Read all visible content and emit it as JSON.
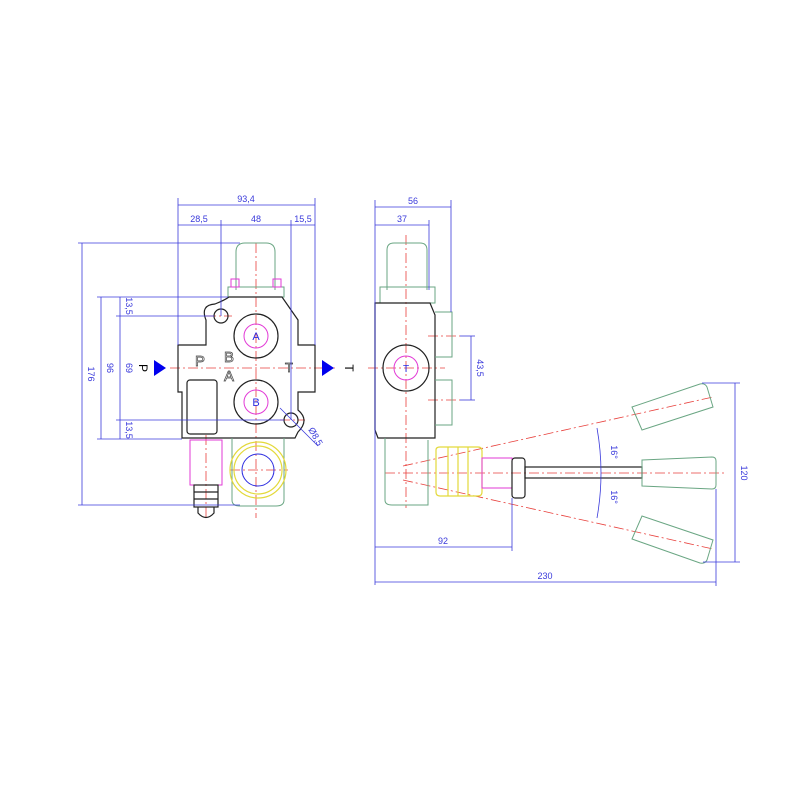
{
  "colors": {
    "dimension": "#3a3adb",
    "centerline": "#e8403c",
    "outline": "#222222",
    "spool": "#6aa683",
    "stem": "#e23ad6",
    "boot": "#e3d93b",
    "arrow": "#0000ee"
  },
  "front_view": {
    "dims": {
      "overall_width": "93,4",
      "left_offset": "28,5",
      "port_spacing": "48",
      "right_offset": "15,5",
      "overall_height": "176",
      "body_height": "96",
      "hole_spacing": "69",
      "top_margin": "13,5",
      "bottom_margin": "13,5",
      "hole_diameter": "Ø8,5"
    },
    "port_labels": {
      "a": "A",
      "b": "B",
      "body_p": "P",
      "body_b": "B",
      "body_a": "A",
      "body_t": "T"
    },
    "flow_labels": {
      "inlet": "P",
      "outlet": "T"
    }
  },
  "side_view": {
    "dims": {
      "width": "56",
      "spool_offset": "37",
      "port_spacing": "43,5",
      "lever_pivot": "92",
      "overall_length": "230",
      "handle_travel": "120",
      "angle_up": "16°",
      "angle_down": "16°"
    },
    "port_label": "T"
  }
}
